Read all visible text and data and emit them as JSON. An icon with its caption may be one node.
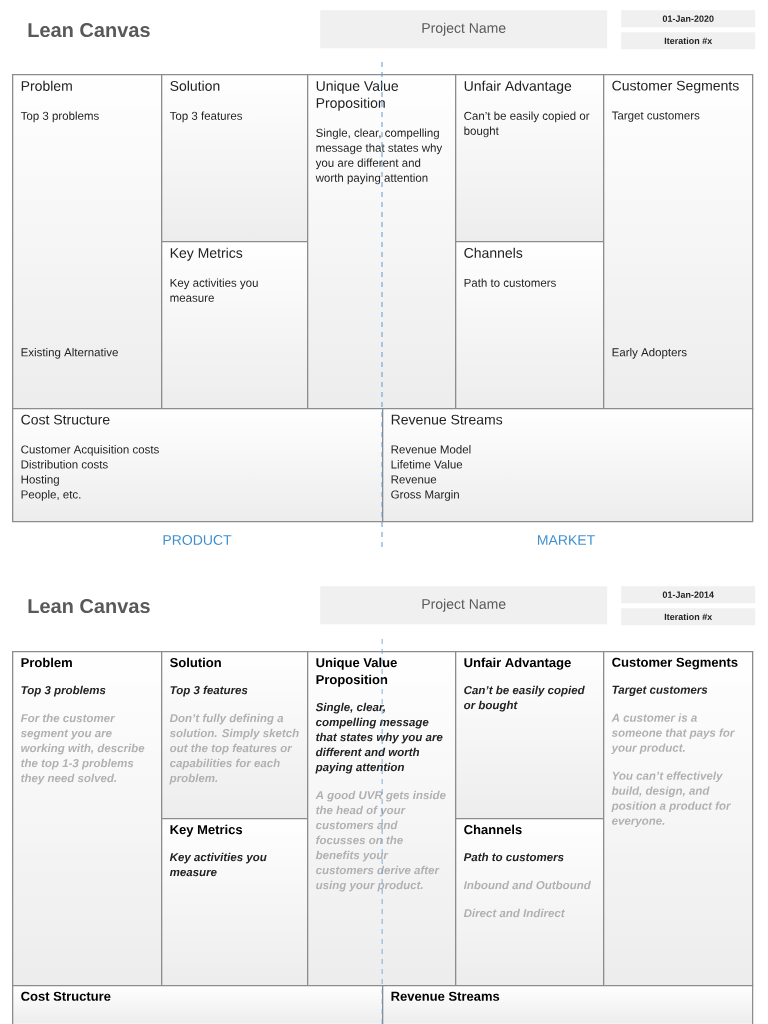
{
  "diagram": {
    "nodes": [
      {
        "text": [
          "Project Name"
        ]
      },
      {
        "text": [
          "01-Jan-2020"
        ]
      },
      {
        "text": [
          "Iteration #x"
        ]
      },
      {
        "text": [
          "Problem",
          "Top 3 problems",
          "Existing Alternative"
        ]
      },
      {
        "text": [
          "Solution",
          "Top 3 features"
        ]
      },
      {
        "text": [
          "Key Metrics",
          "Key activities you measure"
        ]
      },
      {
        "text": [
          "Unique Value Proposition",
          "Single, clear, compelling message that states why you are different and worth paying attention"
        ]
      },
      {
        "text": [
          "Unfair Advantage",
          "Can’t be easily copied or bought"
        ]
      },
      {
        "text": [
          "Channels",
          "Path to customers"
        ]
      },
      {
        "text": [
          "Customer Segments",
          "Target customers",
          "Early Adopters"
        ]
      },
      {
        "text": [
          "Cost Structure",
          "Customer Acquisition costs",
          "Distribution costs",
          "Hosting",
          "People, etc."
        ]
      },
      {
        "text": [
          "Revenue Streams",
          "Revenue Model",
          "Lifetime Value",
          "Revenue",
          "Gross Margin"
        ]
      },
      {
        "text": [
          "Project Name"
        ]
      },
      {
        "text": [
          "01-Jan-2014"
        ]
      },
      {
        "text": [
          "Iteration #x"
        ]
      },
      {
        "text": [
          "Problem",
          "Top 3 problems",
          "For the customer segment you are working with, describe the top 1-3 problems they need solved."
        ]
      },
      {
        "text": [
          "Solution",
          "Top 3 features",
          "Don’t fully defining a solution. Simply sketch out the top features or capabilities for each problem."
        ]
      },
      {
        "text": [
          "Key Metrics",
          "Key activities you measure"
        ]
      },
      {
        "text": [
          "Unique Value Proposition",
          "Single, clear, compelling message that states why you are different and worth paying attention",
          "A good UVR gets inside the head of your customers and focusses on the benefits your customers derive after using your product."
        ]
      },
      {
        "text": [
          "Unfair Advantage",
          "Can’t be easily copied or bought"
        ]
      },
      {
        "text": [
          "Channels",
          "Path to customers",
          "Inbound and Outbound",
          "Direct and Indirect"
        ]
      },
      {
        "text": [
          "Customer Segments",
          "Target customers",
          "A customer is a someone that pays for your product.",
          "You can’t effectively build, design, and position a product for everyone."
        ]
      },
      {
        "text": [
          "Cost Structure"
        ]
      },
      {
        "text": [
          "Revenue Streams"
        ]
      }
    ],
    "labels": [
      "Lean Canvas",
      "PRODUCT",
      "MARKET",
      "Lean Canvas"
    ]
  }
}
